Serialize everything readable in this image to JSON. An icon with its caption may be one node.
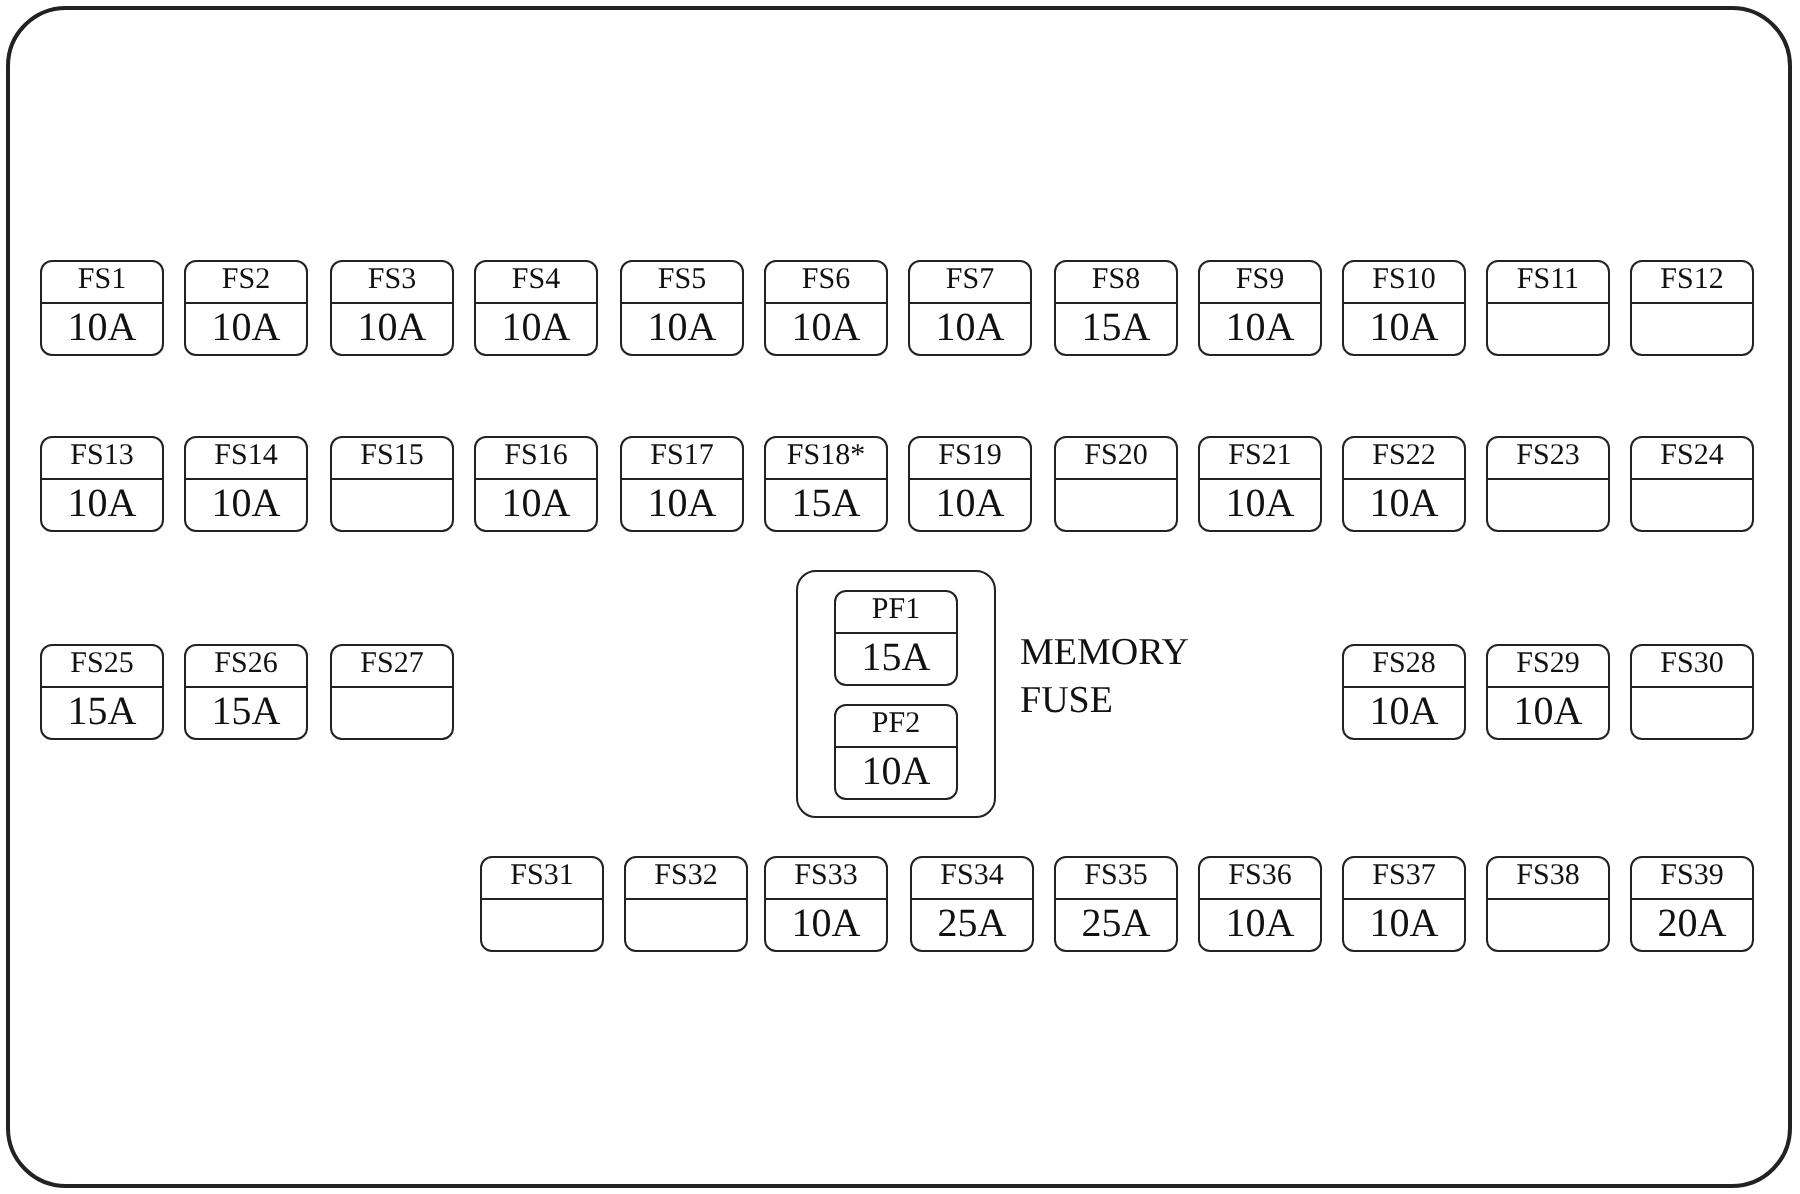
{
  "diagram": {
    "nodes": [
      {
        "text": [
          "FS1",
          "10A"
        ]
      },
      {
        "text": [
          "FS2",
          "10A"
        ]
      },
      {
        "text": [
          "FS3",
          "10A"
        ]
      },
      {
        "text": [
          "FS4",
          "10A"
        ]
      },
      {
        "text": [
          "FS5",
          "10A"
        ]
      },
      {
        "text": [
          "FS6",
          "10A"
        ]
      },
      {
        "text": [
          "FS7",
          "10A"
        ]
      },
      {
        "text": [
          "FS8",
          "15A"
        ]
      },
      {
        "text": [
          "FS9",
          "10A"
        ]
      },
      {
        "text": [
          "FS10",
          "10A"
        ]
      },
      {
        "text": [
          "FS11"
        ]
      },
      {
        "text": [
          "FS12"
        ]
      },
      {
        "text": [
          "FS13",
          "10A"
        ]
      },
      {
        "text": [
          "FS14",
          "10A"
        ]
      },
      {
        "text": [
          "FS15"
        ]
      },
      {
        "text": [
          "FS16",
          "10A"
        ]
      },
      {
        "text": [
          "FS17",
          "10A"
        ]
      },
      {
        "text": [
          "FS18*",
          "15A"
        ]
      },
      {
        "text": [
          "FS19",
          "10A"
        ]
      },
      {
        "text": [
          "FS20"
        ]
      },
      {
        "text": [
          "FS21",
          "10A"
        ]
      },
      {
        "text": [
          "FS22",
          "10A"
        ]
      },
      {
        "text": [
          "FS23"
        ]
      },
      {
        "text": [
          "FS24"
        ]
      },
      {
        "text": [
          "FS25",
          "15A"
        ]
      },
      {
        "text": [
          "FS26",
          "15A"
        ]
      },
      {
        "text": [
          "FS27"
        ]
      },
      {
        "text": [],
        "shape": "box",
        "beside": [
          "MEMORY FUSE"
        ]
      },
      {
        "text": [
          "PF1",
          "15A"
        ],
        "in": 27
      },
      {
        "text": [
          "PF2",
          "10A"
        ],
        "in": 27
      },
      {
        "text": [
          "FS28",
          "10A"
        ]
      },
      {
        "text": [
          "FS29",
          "10A"
        ]
      },
      {
        "text": [
          "FS30"
        ]
      },
      {
        "text": [
          "FS31"
        ]
      },
      {
        "text": [
          "FS32"
        ]
      },
      {
        "text": [
          "FS33",
          "10A"
        ]
      },
      {
        "text": [
          "FS34",
          "25A"
        ]
      },
      {
        "text": [
          "FS35",
          "25A"
        ]
      },
      {
        "text": [
          "FS36",
          "10A"
        ]
      },
      {
        "text": [
          "FS37",
          "10A"
        ]
      },
      {
        "text": [
          "FS38"
        ]
      },
      {
        "text": [
          "FS39",
          "20A"
        ]
      }
    ],
    "edges": []
  }
}
